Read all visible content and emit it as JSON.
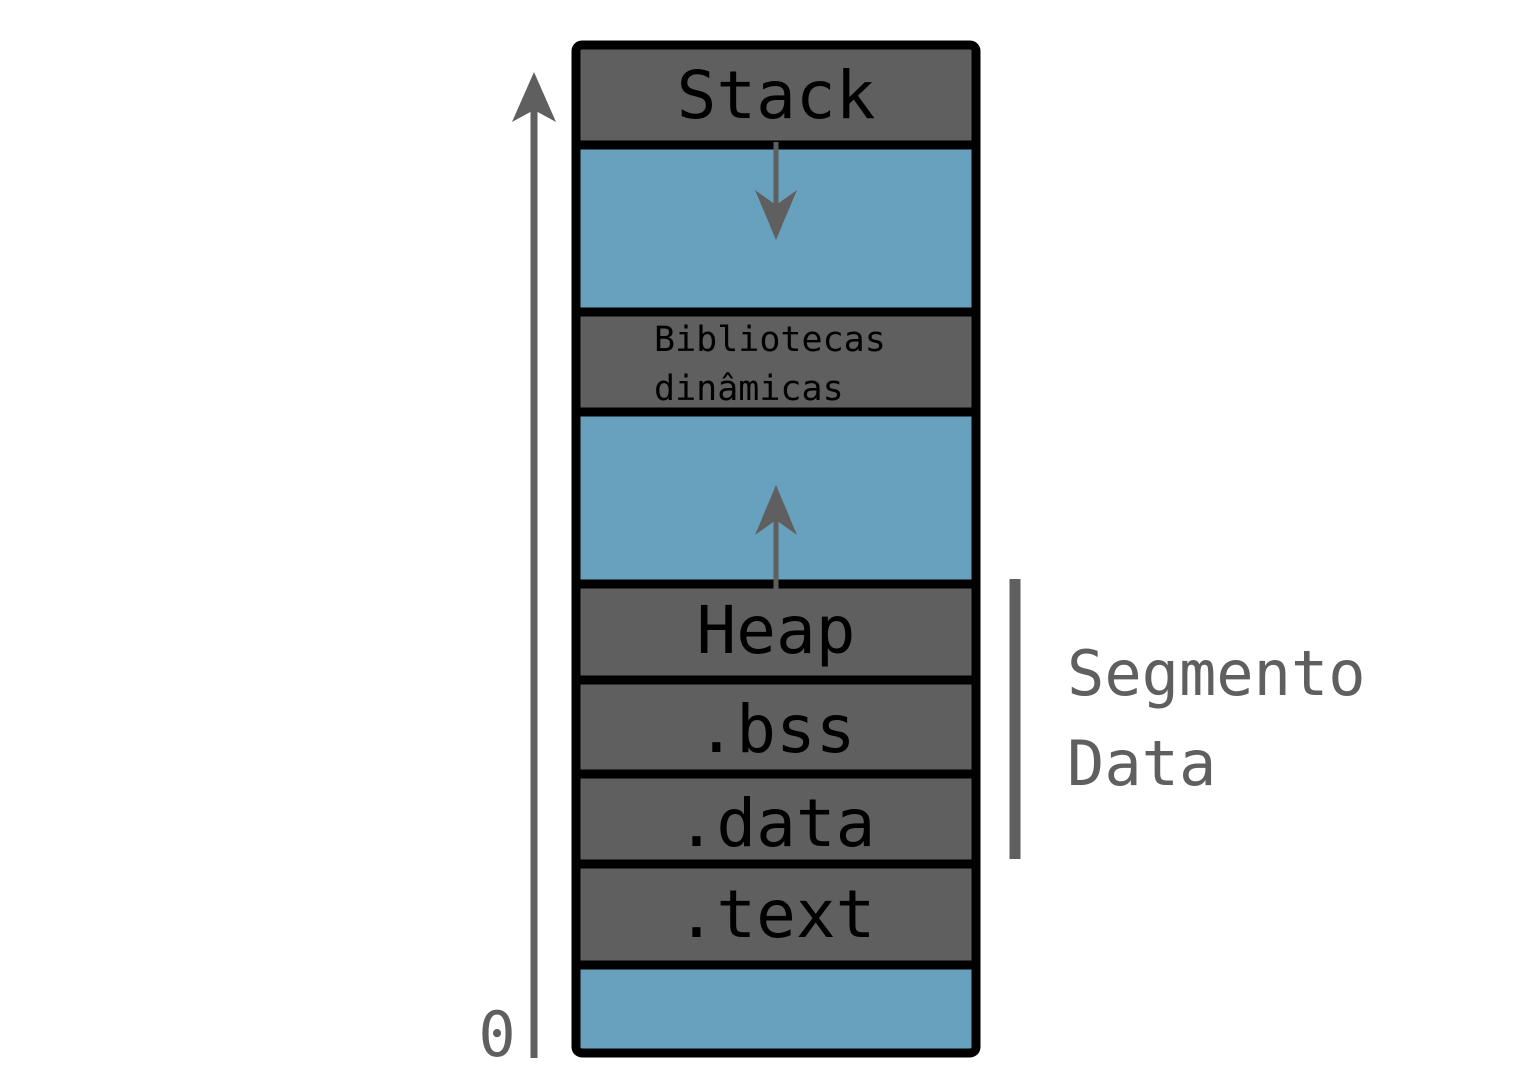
{
  "segments": {
    "stack": "Stack",
    "free_top": "",
    "libraries_line1": "Bibliotecas",
    "libraries_line2": "dinâmicas",
    "free_middle": "",
    "heap": "Heap",
    "bss": ".bss",
    "data": ".data",
    "text": ".text",
    "free_bottom": ""
  },
  "address_axis": {
    "origin_label": "0"
  },
  "data_segment_bracket": {
    "line1": "Segmento",
    "line2": "Data"
  },
  "colors": {
    "used_segment": "#5f5f5f",
    "free_space": "#68a1bd",
    "border": "#000000",
    "arrow": "#5f5f5f",
    "label_text": "#000000",
    "annotation_text": "#5f5f5f"
  }
}
